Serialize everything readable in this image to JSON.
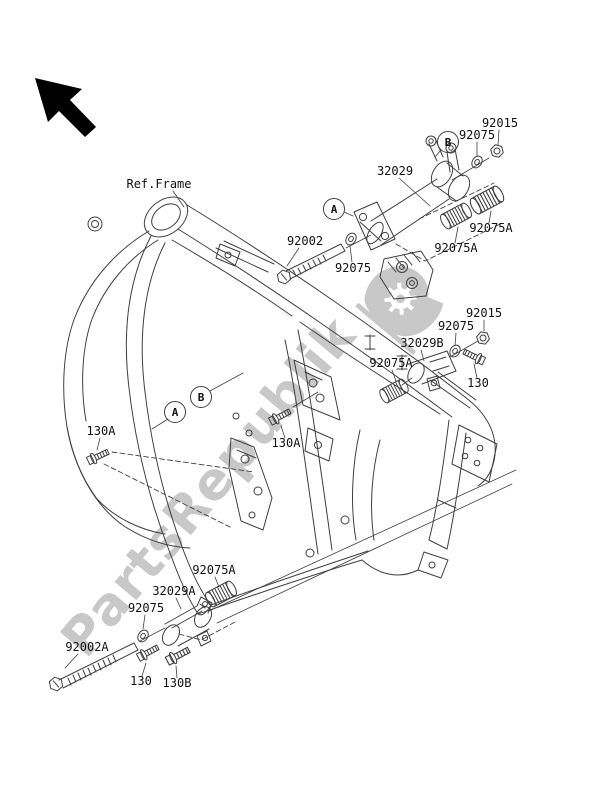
{
  "theme": {
    "bg": "#ffffff",
    "line_color": "#3f3f3f",
    "text_color": "#111111",
    "watermark_color": "#c8c8c8",
    "arrow_color": "#000000"
  },
  "watermark": {
    "text": "PartsRepublik",
    "icon": "gear-flag"
  },
  "diagram": {
    "reference_label": "Ref.Frame",
    "labels": [
      {
        "text": "Ref.Frame"
      },
      {
        "text": "92015"
      },
      {
        "text": "92075"
      },
      {
        "text": "32029"
      },
      {
        "text": "92002"
      },
      {
        "text": "92075"
      },
      {
        "text": "92075A"
      },
      {
        "text": "92075A"
      },
      {
        "text": "92015"
      },
      {
        "text": "92075"
      },
      {
        "text": "32029B"
      },
      {
        "text": "92075A"
      },
      {
        "text": "130"
      },
      {
        "text": "130A"
      },
      {
        "text": "130A"
      },
      {
        "text": "92075A"
      },
      {
        "text": "32029A"
      },
      {
        "text": "92075"
      },
      {
        "text": "92002A"
      },
      {
        "text": "130"
      },
      {
        "text": "130B"
      }
    ],
    "letters": [
      {
        "letter": "A"
      },
      {
        "letter": "B"
      },
      {
        "letter": "B"
      },
      {
        "letter": "A"
      }
    ]
  }
}
